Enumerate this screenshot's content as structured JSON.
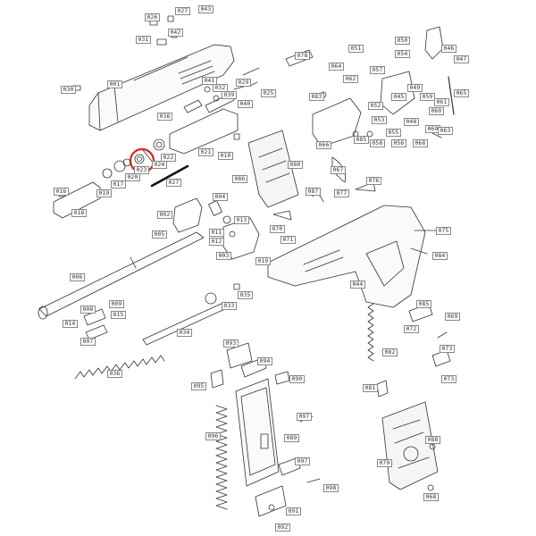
{
  "diagram": {
    "highlight_color": "#e2231a",
    "labels": [
      {
        "id": "p026",
        "text": "026"
      },
      {
        "id": "p027",
        "text": "027"
      },
      {
        "id": "p043",
        "text": "043"
      },
      {
        "id": "p031",
        "text": "031"
      },
      {
        "id": "p042",
        "text": "042"
      },
      {
        "id": "p030",
        "text": "030"
      },
      {
        "id": "p001",
        "text": "001"
      },
      {
        "id": "p041",
        "text": "041"
      },
      {
        "id": "p032",
        "text": "032"
      },
      {
        "id": "p029",
        "text": "029"
      },
      {
        "id": "p039",
        "text": "039"
      },
      {
        "id": "p025",
        "text": "025"
      },
      {
        "id": "p040",
        "text": "040"
      },
      {
        "id": "p038",
        "text": "038"
      },
      {
        "id": "p024",
        "text": "024"
      },
      {
        "id": "p023",
        "text": "023"
      },
      {
        "id": "p022",
        "text": "022"
      },
      {
        "id": "p021",
        "text": "021"
      },
      {
        "id": "p010",
        "text": "010"
      },
      {
        "id": "p020",
        "text": "020"
      },
      {
        "id": "p019",
        "text": "019"
      },
      {
        "id": "p017",
        "text": "017"
      },
      {
        "id": "p018",
        "text": "018"
      },
      {
        "id": "p016",
        "text": "016"
      },
      {
        "id": "p027b",
        "text": "027"
      },
      {
        "id": "p004",
        "text": "004"
      },
      {
        "id": "p002",
        "text": "002"
      },
      {
        "id": "p013",
        "text": "013"
      },
      {
        "id": "p011",
        "text": "011"
      },
      {
        "id": "p012",
        "text": "012"
      },
      {
        "id": "p005",
        "text": "005"
      },
      {
        "id": "p003",
        "text": "003"
      },
      {
        "id": "p010b",
        "text": "010"
      },
      {
        "id": "p006",
        "text": "006"
      },
      {
        "id": "p035",
        "text": "035"
      },
      {
        "id": "p033",
        "text": "033"
      },
      {
        "id": "p008",
        "text": "008"
      },
      {
        "id": "p009",
        "text": "009"
      },
      {
        "id": "p015",
        "text": "015"
      },
      {
        "id": "p014",
        "text": "014"
      },
      {
        "id": "p007",
        "text": "007"
      },
      {
        "id": "p034",
        "text": "034"
      },
      {
        "id": "p036",
        "text": "036"
      },
      {
        "id": "p050",
        "text": "050"
      },
      {
        "id": "p046",
        "text": "046"
      },
      {
        "id": "p047",
        "text": "047"
      },
      {
        "id": "p078",
        "text": "078"
      },
      {
        "id": "p051",
        "text": "051"
      },
      {
        "id": "p054",
        "text": "054"
      },
      {
        "id": "p064",
        "text": "064"
      },
      {
        "id": "p062",
        "text": "062"
      },
      {
        "id": "p057",
        "text": "057"
      },
      {
        "id": "p049",
        "text": "049"
      },
      {
        "id": "p065",
        "text": "065"
      },
      {
        "id": "p045",
        "text": "045"
      },
      {
        "id": "p059",
        "text": "059"
      },
      {
        "id": "p061",
        "text": "061"
      },
      {
        "id": "p083",
        "text": "083"
      },
      {
        "id": "p052",
        "text": "052"
      },
      {
        "id": "p060",
        "text": "060"
      },
      {
        "id": "p053",
        "text": "053"
      },
      {
        "id": "p048",
        "text": "048"
      },
      {
        "id": "p080",
        "text": "080"
      },
      {
        "id": "p055",
        "text": "055"
      },
      {
        "id": "p069",
        "text": "069"
      },
      {
        "id": "p063",
        "text": "063"
      },
      {
        "id": "p066",
        "text": "066"
      },
      {
        "id": "p058",
        "text": "058"
      },
      {
        "id": "p056",
        "text": "056"
      },
      {
        "id": "p067",
        "text": "067"
      },
      {
        "id": "p085",
        "text": "085"
      },
      {
        "id": "p068",
        "text": "068"
      },
      {
        "id": "p087",
        "text": "087"
      },
      {
        "id": "p077",
        "text": "077"
      },
      {
        "id": "p076",
        "text": "076"
      },
      {
        "id": "p086",
        "text": "086"
      },
      {
        "id": "p070",
        "text": "070"
      },
      {
        "id": "p071",
        "text": "071"
      },
      {
        "id": "p075",
        "text": "075"
      },
      {
        "id": "p084",
        "text": "084"
      },
      {
        "id": "p044",
        "text": "044"
      },
      {
        "id": "p085b",
        "text": "085"
      },
      {
        "id": "p072",
        "text": "072"
      },
      {
        "id": "p069b",
        "text": "069"
      },
      {
        "id": "p082",
        "text": "082"
      },
      {
        "id": "p073",
        "text": "073"
      },
      {
        "id": "p073b",
        "text": "073"
      },
      {
        "id": "p081",
        "text": "081"
      },
      {
        "id": "p093",
        "text": "093"
      },
      {
        "id": "p094",
        "text": "094"
      },
      {
        "id": "p095",
        "text": "095"
      },
      {
        "id": "p090",
        "text": "090"
      },
      {
        "id": "p096",
        "text": "096"
      },
      {
        "id": "p097",
        "text": "097"
      },
      {
        "id": "p089",
        "text": "089"
      },
      {
        "id": "p097b",
        "text": "097"
      },
      {
        "id": "p098",
        "text": "098"
      },
      {
        "id": "p088",
        "text": "088"
      },
      {
        "id": "p079",
        "text": "079"
      },
      {
        "id": "p068b",
        "text": "068"
      },
      {
        "id": "p091",
        "text": "091"
      },
      {
        "id": "p092",
        "text": "092"
      }
    ]
  }
}
